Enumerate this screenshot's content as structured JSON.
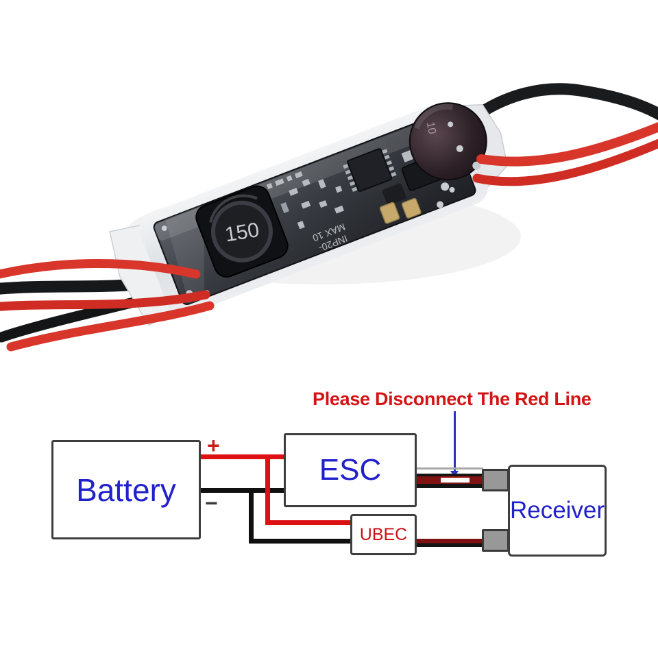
{
  "photo": {
    "inductor_value": "150",
    "capacitor_marking": "10",
    "board_marking_1": "INP20-",
    "board_marking_2": "MAX 10"
  },
  "diagram": {
    "warning_text": "Please Disconnect The Red Line",
    "boxes": {
      "battery": "Battery",
      "esc": "ESC",
      "ubec": "UBEC",
      "receiver": "Receiver"
    },
    "polarity": {
      "positive": "+",
      "negative": "−"
    },
    "colors": {
      "warning_red": "#d31414",
      "label_blue": "#2121cb",
      "ubec_label_red": "#cc1111",
      "wire_red": "#dd1111",
      "wire_black": "#101010",
      "pointer_blue": "#2433c0",
      "cable_dark_red": "#801212",
      "connector_gray": "#989898",
      "box_border_gray": "#3e3e3e"
    }
  }
}
